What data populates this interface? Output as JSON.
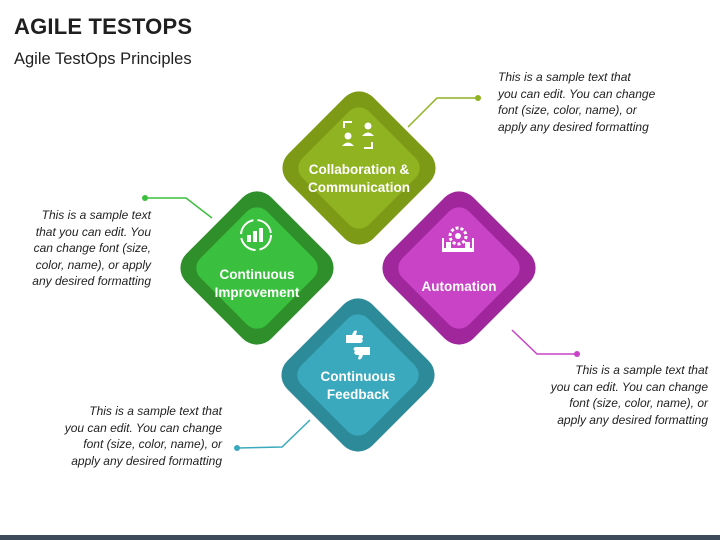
{
  "header": {
    "title": "AGILE TESTOPS",
    "subtitle": "Agile TestOps Principles"
  },
  "principles": [
    {
      "label": "Collaboration & Communication",
      "color": "#8fb321",
      "outer_color": "#7d9a16",
      "icon": "collaboration-icon"
    },
    {
      "label": "Continuous Improvement",
      "color": "#3bbf3f",
      "outer_color": "#2f8f2b",
      "icon": "improvement-chart-icon"
    },
    {
      "label": "Automation",
      "color": "#c843c6",
      "outer_color": "#a0269c",
      "icon": "automation-gear-icon"
    },
    {
      "label": "Continuous Feedback",
      "color": "#3aa9bd",
      "outer_color": "#2d8a98",
      "icon": "feedback-thumbs-icon"
    }
  ],
  "notes": [
    {
      "text_lines": [
        "This is a sample text that",
        "you can edit. You can change",
        "font (size, color, name), or",
        "apply any desired formatting"
      ]
    },
    {
      "text_lines": [
        "This is a sample text",
        "that you can edit. You",
        "can change font (size,",
        "color, name), or apply",
        "any desired formatting"
      ]
    },
    {
      "text_lines": [
        "This is a sample text that",
        "you can edit. You can change",
        "font (size, color, name), or",
        "apply any desired formatting"
      ]
    },
    {
      "text_lines": [
        "This is a sample text that",
        "you can edit. You can change",
        "font (size, color, name), or",
        "apply any desired formatting"
      ]
    }
  ]
}
